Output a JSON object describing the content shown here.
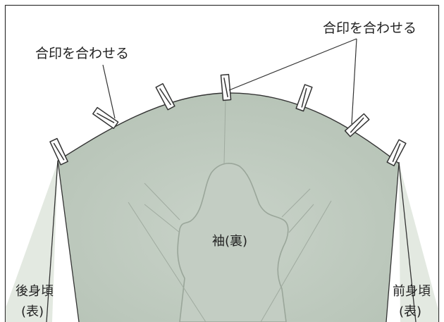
{
  "labels": {
    "match_marks_left": "合印を合わせる",
    "match_marks_right": "合印を合わせる",
    "sleeve": "袖(裏)",
    "back_bodice_line1": "後身頃",
    "back_bodice_line2": "(表)",
    "front_bodice_line1": "前身頃",
    "front_bodice_line2": "(表)"
  },
  "colors": {
    "sleeve_fill": "#b9c5b9",
    "sleeve_inner": "#c6d0c6",
    "bodice_fill": "#e3e9e1",
    "outline": "#333333",
    "pin": "#ffffff"
  }
}
